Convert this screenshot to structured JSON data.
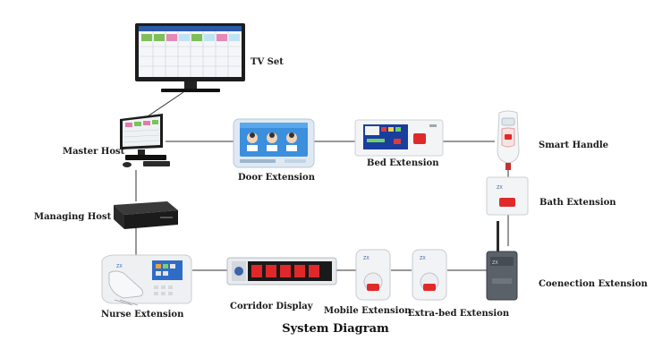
{
  "title": "System Diagram",
  "labels": {
    "tv_set": "TV Set",
    "master_host": "Master Host",
    "managing_host": "Managing Host",
    "nurse_extension": "Nurse Extension",
    "door_extension": "Door Extension",
    "bed_extension": "Bed Extension",
    "smart_handle": "Smart Handle",
    "bath_extension": "Bath Extension",
    "corridor_display": "Corridor Display",
    "mobile_extension": "Mobile Extension",
    "extra_bed_extension": "Extra-bed Extension",
    "connection_extension": "Coenection Extension"
  },
  "colors": {
    "line": "#333333",
    "device_white": "#f2f4f6",
    "screen_blue": "#3a8fd9",
    "led_red": "#e02a2a",
    "dark_metal": "#3b3f44"
  }
}
